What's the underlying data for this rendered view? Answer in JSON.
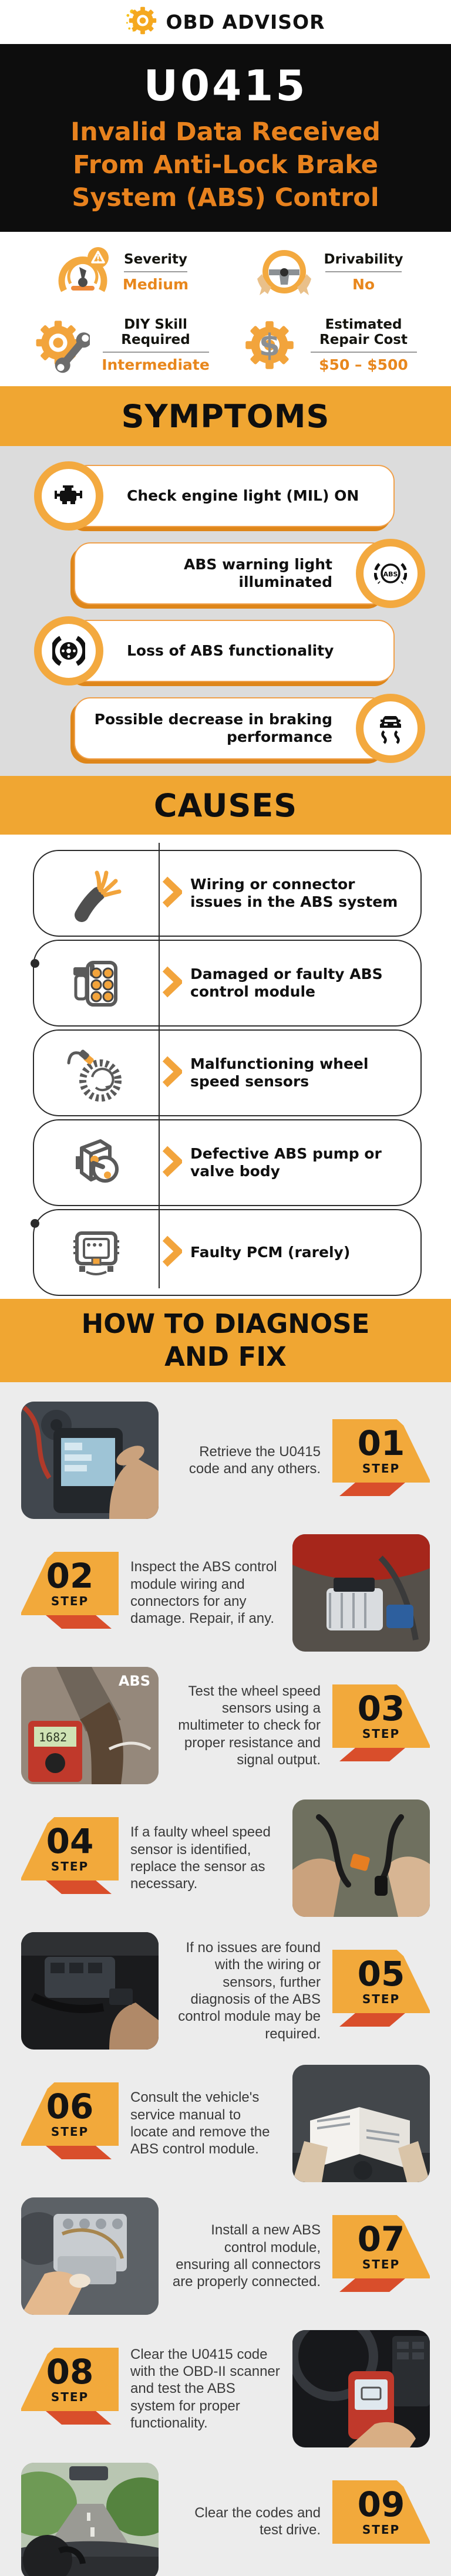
{
  "colors": {
    "accent_orange": "#E8871D",
    "banner_orange": "#F0A632",
    "badge_yellow": "#F2A93B",
    "flap_red": "#D94E2B",
    "symptoms_bg": "#DCDCDC",
    "steps_bg": "#ECECEC",
    "ink": "#101010"
  },
  "header": {
    "brand": "OBD ADVISOR",
    "logo_icon": "gear-logo-icon",
    "code": "U0415",
    "title_lines": [
      "Invalid Data Received",
      "From Anti-Lock Brake",
      "System (ABS) Control"
    ]
  },
  "summary_tiles": [
    {
      "label": "Severity",
      "value": "Medium",
      "icon": "gauge-warning-icon"
    },
    {
      "label": "Drivability",
      "value": "No",
      "icon": "steering-wheel-icon"
    },
    {
      "label": "DIY Skill Required",
      "value": "Intermediate",
      "icon": "gear-wrench-icon"
    },
    {
      "label": "Estimated Repair Cost",
      "value": "$50 – $500",
      "icon": "gear-dollar-icon"
    }
  ],
  "symptoms": {
    "title": "SYMPTOMS",
    "items": [
      {
        "text": "Check engine light (MIL) ON",
        "icon": "check-engine-icon",
        "icon_side": "left"
      },
      {
        "text": "ABS warning light illuminated",
        "icon": "abs-warning-light-icon",
        "icon_side": "right"
      },
      {
        "text": "Loss of ABS functionality",
        "icon": "brake-disc-icon",
        "icon_side": "left"
      },
      {
        "text": "Possible decrease in braking performance",
        "icon": "car-skid-icon",
        "icon_side": "right"
      }
    ]
  },
  "causes": {
    "title": "CAUSES",
    "items": [
      {
        "text": "Wiring or connector issues in the ABS system",
        "icon": "frayed-wire-icon"
      },
      {
        "text": "Damaged or faulty ABS control module",
        "icon": "control-module-icon"
      },
      {
        "text": "Malfunctioning wheel speed sensors",
        "icon": "wheel-speed-sensor-icon"
      },
      {
        "text": "Defective ABS pump or valve body",
        "icon": "abs-pump-icon"
      },
      {
        "text": "Faulty PCM (rarely)",
        "icon": "pcm-icon"
      }
    ]
  },
  "diagnose": {
    "title_lines": [
      "HOW TO DIAGNOSE",
      "AND FIX"
    ],
    "step_word": "STEP",
    "steps": [
      {
        "num": "01",
        "text": "Retrieve the U0415 code and any others.",
        "photo": "obd-scanner-photo"
      },
      {
        "num": "02",
        "text": "Inspect the ABS control module wiring and connectors for any damage. Repair, if any.",
        "photo": "engine-bay-abs-photo"
      },
      {
        "num": "03",
        "text": "Test the wheel speed sensors using a multimeter to check for proper resistance and signal output.",
        "photo": "multimeter-test-photo",
        "photo_label": "ABS",
        "meter_reading": "1682"
      },
      {
        "num": "04",
        "text": "If a faulty wheel speed sensor is identified, replace the sensor as necessary.",
        "photo": "speed-sensor-replace-photo"
      },
      {
        "num": "05",
        "text": "If no issues are found with the wiring or sensors, further diagnosis of the ABS control module may be required.",
        "photo": "module-diagnosis-photo"
      },
      {
        "num": "06",
        "text": "Consult the vehicle's service manual to locate and remove the ABS control module.",
        "photo": "service-manual-photo"
      },
      {
        "num": "07",
        "text": "Install a new ABS control module, ensuring all connectors are properly connected.",
        "photo": "module-install-photo"
      },
      {
        "num": "08",
        "text": "Clear the U0415 code with the OBD-II scanner and test the ABS system for proper functionality.",
        "photo": "obd-clear-code-photo"
      },
      {
        "num": "09",
        "text": "Clear the codes and test drive.",
        "photo": "test-drive-photo"
      }
    ]
  }
}
